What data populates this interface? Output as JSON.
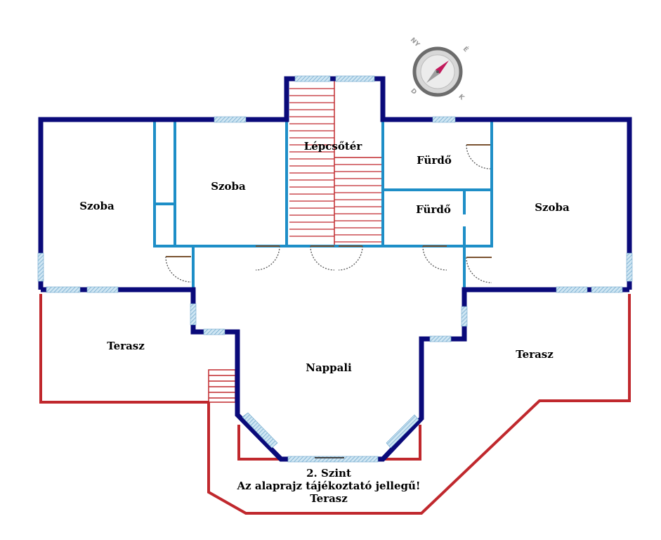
{
  "rooms": {
    "szoba_left": "Szoba",
    "szoba_mid": "Szoba",
    "szoba_right": "Szoba",
    "lepcsoter": "Lépcsőtér",
    "furdo_upper": "Fürdő",
    "furdo_lower": "Fürdő",
    "nappali": "Nappali",
    "terasz_left": "Terasz",
    "terasz_right": "Terasz",
    "terasz_bottom": "Terasz"
  },
  "footer": {
    "level": "2. Szint",
    "disclaimer": "Az alaprajz tájékoztató jellegű!"
  },
  "compass": {
    "north": "NY",
    "east": "É",
    "south": "D",
    "west": "K",
    "needle_color": "#c2185b"
  },
  "colors": {
    "exterior_wall": "#0a0a7a",
    "interior_wall": "#1e8ec7",
    "terrace_outline": "#c0282d",
    "window": "#a9cfe6"
  }
}
